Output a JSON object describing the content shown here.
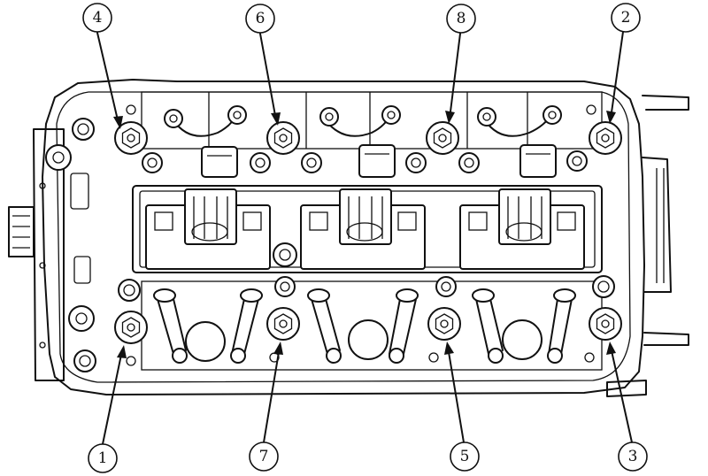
{
  "diagram": {
    "callouts": [
      {
        "id": "bolt-4",
        "label": "4"
      },
      {
        "id": "bolt-6",
        "label": "6"
      },
      {
        "id": "bolt-8",
        "label": "8"
      },
      {
        "id": "bolt-2",
        "label": "2"
      },
      {
        "id": "bolt-1",
        "label": "1"
      },
      {
        "id": "bolt-7",
        "label": "7"
      },
      {
        "id": "bolt-5",
        "label": "5"
      },
      {
        "id": "bolt-3",
        "label": "3"
      }
    ]
  }
}
